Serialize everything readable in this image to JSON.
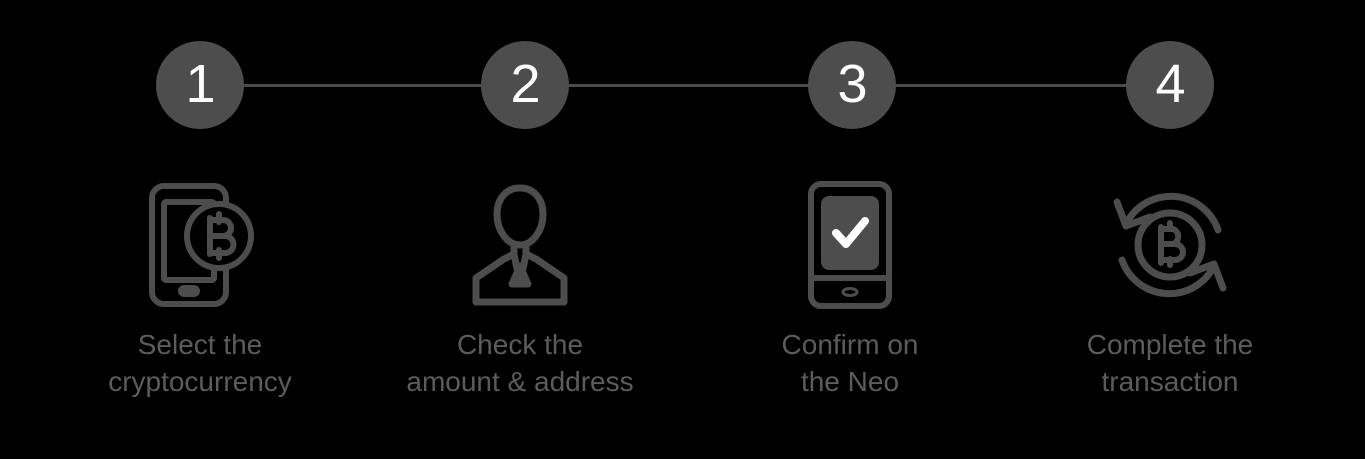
{
  "page": {
    "title": "Transaction steps",
    "background_color": "#000000",
    "accent_color": "#4d4d4d",
    "line_color": "#4a4a4a",
    "label_color": "#5c5c5c",
    "number_color": "#ffffff",
    "icon_color": "#4d4d4d"
  },
  "stepper": {
    "connector_count": 3,
    "steps": [
      {
        "number": "1",
        "icon": "smartphone-bitcoin-icon",
        "label": "Select the\ncryptocurrency"
      },
      {
        "number": "2",
        "icon": "person-suit-icon",
        "label": "Check the\namount & address"
      },
      {
        "number": "3",
        "icon": "device-checkmark-icon",
        "label": "Confirm on\nthe Neo"
      },
      {
        "number": "4",
        "icon": "bitcoin-exchange-arrows-icon",
        "label": "Complete the\ntransaction"
      }
    ]
  }
}
